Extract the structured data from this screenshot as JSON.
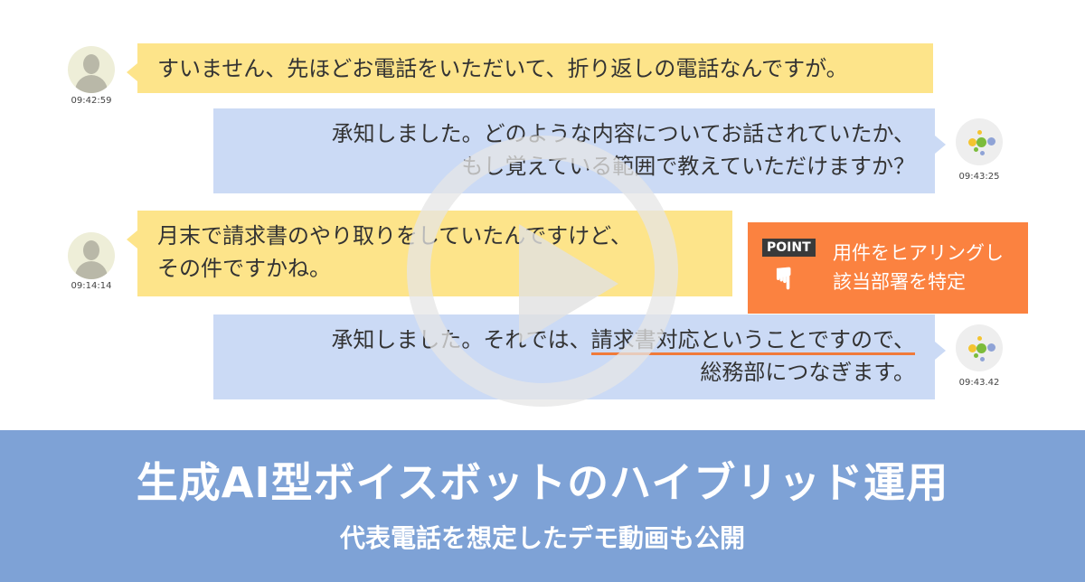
{
  "chat": [
    {
      "speaker": "caller",
      "time": "09:42:59",
      "lines": [
        "すいません、先ほどお電話をいただいて、折り返しの電話なんですが。"
      ]
    },
    {
      "speaker": "bot",
      "time": "09:43:25",
      "lines": [
        "承知しました。どのような内容についてお話されていたか、",
        "もし覚えている範囲で教えていただけますか？"
      ]
    },
    {
      "speaker": "caller",
      "time": "09:14:14",
      "lines": [
        "月末で請求書のやり取りをしていたんですけど、",
        "その件ですかね。"
      ]
    },
    {
      "speaker": "bot",
      "time": "09:43.42",
      "line1_pre": "承知しました。それでは、",
      "line1_underlined": "請求書対応ということですので、",
      "line2": "総務部につなぎます。"
    }
  ],
  "point": {
    "tag": "POINT",
    "lines": [
      "用件をヒアリングし",
      "該当部署を特定"
    ],
    "icon": "pointing-hand-icon",
    "color": "#fb8240"
  },
  "banner": {
    "title": "生成AI型ボイスボットのハイブリッド運用",
    "subtitle": "代表電話を想定したデモ動画も公開",
    "color": "#7ea2d6"
  },
  "video": {
    "icon": "play-icon"
  }
}
